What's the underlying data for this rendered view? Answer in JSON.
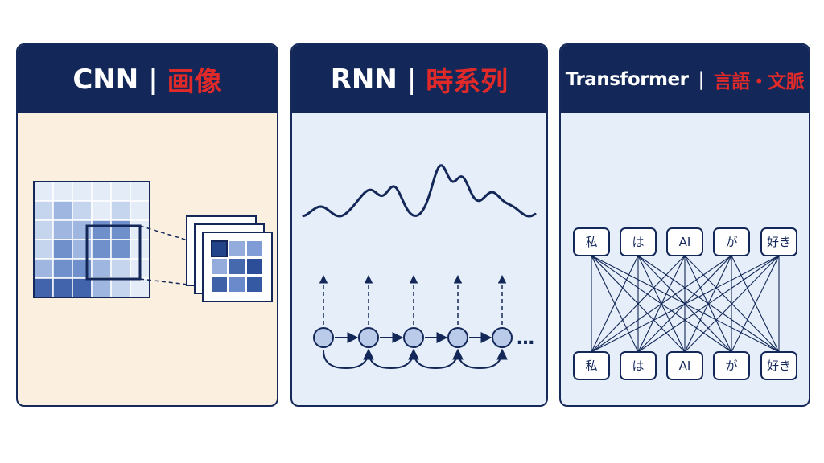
{
  "panels": {
    "cnn": {
      "title_en": "CNN",
      "separator": "|",
      "title_jp": "画像"
    },
    "rnn": {
      "title_en": "RNN",
      "separator": "|",
      "title_jp": "時系列"
    },
    "transformer": {
      "title_en": "Transformer",
      "separator": "|",
      "title_jp": "言語・文脈"
    }
  },
  "rnn_diagram": {
    "ellipsis": "…"
  },
  "transformer_diagram": {
    "top_tokens": [
      "私",
      "は",
      "AI",
      "が",
      "好き"
    ],
    "bottom_tokens": [
      "私",
      "は",
      "AI",
      "が",
      "好き"
    ]
  },
  "colors": {
    "navy": "#132858",
    "accent_red": "#e02a2a",
    "cnn_background": "#fbf0e0",
    "rnn_background": "#e6eef9",
    "node_fill": "#b9cbe9"
  }
}
